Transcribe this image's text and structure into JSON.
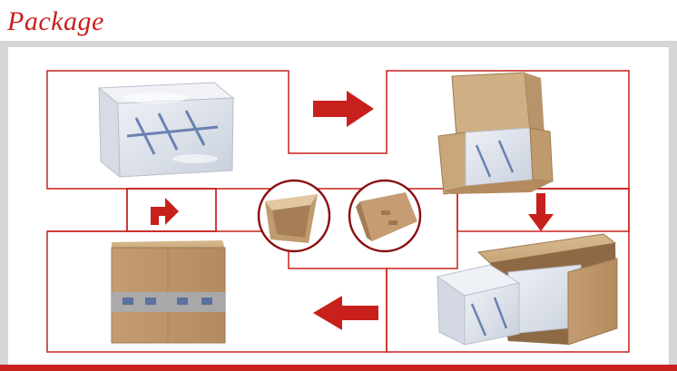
{
  "header": {
    "title": "Package"
  },
  "colors": {
    "accent": "#c8201c",
    "frame": "#d6d6d6",
    "cardboard": "#c9a579",
    "wrap": "#dfe4ec"
  },
  "steps": [
    {
      "name": "wrapped-product"
    },
    {
      "name": "product-in-open-box"
    },
    {
      "name": "product-in-carton"
    },
    {
      "name": "sealed-carton"
    }
  ],
  "details": [
    {
      "name": "corner-protector-inside"
    },
    {
      "name": "corner-protector-outside"
    }
  ]
}
